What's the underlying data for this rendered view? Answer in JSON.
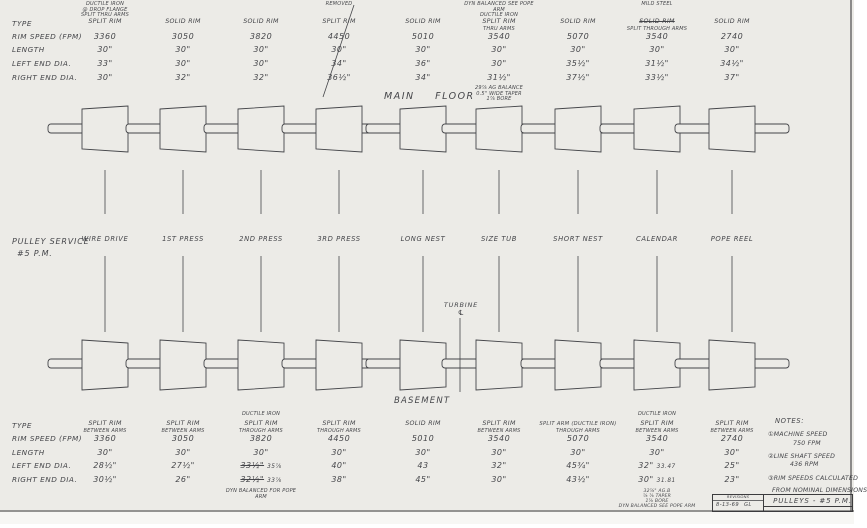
{
  "colors": {
    "ink": "#45464a",
    "paper": "#ecebe7"
  },
  "sheet": {
    "pulley_service_line1": "PULLEY SERVICE",
    "pulley_service_line2": "#5 P.M.",
    "main_floor_label": "MAIN FLOOR",
    "turbine_label": "TURBINE",
    "turbine_centerline": "℄",
    "basement_label": "BASEMENT"
  },
  "row_headers": {
    "type": "TYPE",
    "rim_speed": "RIM SPEED (FPM)",
    "length": "LENGTH",
    "left_dia": "LEFT END DIA.",
    "right_dia": "RIGHT END DIA."
  },
  "services": [
    "WIRE DRIVE",
    "1ST PRESS",
    "2ND PRESS",
    "3RD PRESS",
    "LONG NEST",
    "SIZE TUB",
    "SHORT NEST",
    "CALENDAR",
    "POPE REEL"
  ],
  "top_table": {
    "columns": [
      {
        "pre_note": "DUCTILE IRON\n@ DROP FLANGE\nSPLIT THRU ARMS",
        "type": "SPLIT RIM",
        "rim_speed": "3360",
        "length": "30\"",
        "left_dia": "33\"",
        "right_dia": "30\""
      },
      {
        "type": "SOLID RIM",
        "rim_speed": "3050",
        "length": "30\"",
        "left_dia": "30\"",
        "right_dia": "32\""
      },
      {
        "type": "SOLID RIM",
        "rim_speed": "3820",
        "length": "30\"",
        "left_dia": "30\"",
        "right_dia": "32\""
      },
      {
        "pre_note": "REMOVED",
        "type": "SPLIT RIM",
        "rim_speed": "4450",
        "length": "30\"",
        "left_dia": "34\"",
        "right_dia": "36½\"",
        "column_struck": true
      },
      {
        "type": "SOLID RIM",
        "rim_speed": "5010",
        "length": "30\"",
        "left_dia": "36\"",
        "right_dia": "34\""
      },
      {
        "pre_note": "DYN BALANCED SEE POPE ARM\nDUCTILE IRON",
        "type": "SPLIT RIM",
        "type_sub": "THRU ARMS",
        "rim_speed": "3540",
        "length": "30\"",
        "left_dia": "30\"",
        "right_dia": "31½\"",
        "post_note": "29⅞ AG BALANCE\n0.5\" WIDE TAPER\n1⅞ BORE"
      },
      {
        "type": "SOLID RIM",
        "rim_speed": "5070",
        "length": "30\"",
        "left_dia": "35½\"",
        "right_dia": "37½\""
      },
      {
        "pre_note": "MILD STEEL",
        "type": "SOLID RIM",
        "type_struck": true,
        "type_sub": "SPLIT THROUGH ARMS",
        "rim_speed": "3540",
        "length": "30\"",
        "left_dia": "31½\"",
        "right_dia": "33½\""
      },
      {
        "type": "SOLID RIM",
        "rim_speed": "2740",
        "length": "30\"",
        "left_dia": "34½\"",
        "right_dia": "37\""
      }
    ]
  },
  "bottom_table": {
    "columns": [
      {
        "type": "SPLIT RIM",
        "type_sub": "BETWEEN ARMS",
        "rim_speed": "3360",
        "length": "30\"",
        "left_dia": "28½\"",
        "right_dia": "30½\""
      },
      {
        "type": "SPLIT RIM",
        "type_sub": "BETWEEN ARMS",
        "rim_speed": "3050",
        "length": "30\"",
        "left_dia": "27½\"",
        "right_dia": "26\""
      },
      {
        "pre_note": "DUCTILE IRON",
        "type": "SPLIT RIM",
        "type_sub": "THROUGH ARMS",
        "rim_speed": "3820",
        "length": "30\"",
        "left_dia": "33½\"",
        "left_struck": true,
        "left_alt": "35⅞",
        "right_dia": "32½\"",
        "right_struck": true,
        "right_alt": "33⅞",
        "post_note": "DYN BALANCED FOR POPE ARM"
      },
      {
        "type": "SPLIT RIM",
        "type_sub": "THROUGH ARMS",
        "rim_speed": "4450",
        "length": "30\"",
        "left_dia": "40\"",
        "right_dia": "38\""
      },
      {
        "type": "SOLID RIM",
        "rim_speed": "5010",
        "length": "30\"",
        "left_dia": "43",
        "right_dia": "45\""
      },
      {
        "type": "SPLIT RIM",
        "type_sub": "BETWEEN ARMS",
        "rim_speed": "3540",
        "length": "30\"",
        "left_dia": "32\"",
        "right_dia": "30\""
      },
      {
        "type": "SPLIT ARM (DUCTILE IRON)",
        "type_sub": "THROUGH ARMS",
        "rim_speed": "5070",
        "length": "30\"",
        "left_dia": "45¾\"",
        "right_dia": "43½\""
      },
      {
        "pre_note": "DUCTILE IRON",
        "type": "SPLIT RIM",
        "type_sub": "BETWEEN ARMS",
        "rim_speed": "3540",
        "length": "30\"",
        "left_dia": "32\"",
        "left_alt": "33.47",
        "right_dia": "30\"",
        "right_alt": "31.81",
        "post_note": "32⅞\" AG.B\n⅞ ⅞ TAPER\n1⅞ BORE\nDYN BALANCED SEE POPE ARM"
      },
      {
        "type": "SPLIT RIM",
        "type_sub": "BETWEEN ARMS",
        "rim_speed": "2740",
        "length": "30\"",
        "left_dia": "25\"",
        "right_dia": "23\""
      }
    ]
  },
  "notes": {
    "heading": "NOTES:",
    "items": [
      {
        "label": "①MACHINE SPEED",
        "value": "750 FPM"
      },
      {
        "label": "②LINE SHAFT SPEED",
        "value": "436 RPM"
      },
      {
        "label": "③RIM SPEEDS CALCULATED",
        "value": "FROM NOMINAL DIMENSIONS"
      }
    ]
  },
  "title_block": {
    "revisions_label": "REVISIONS",
    "revision_date": "8-13-69",
    "revision_by": "GL",
    "title": "PULLEYS - #5 P.M."
  }
}
